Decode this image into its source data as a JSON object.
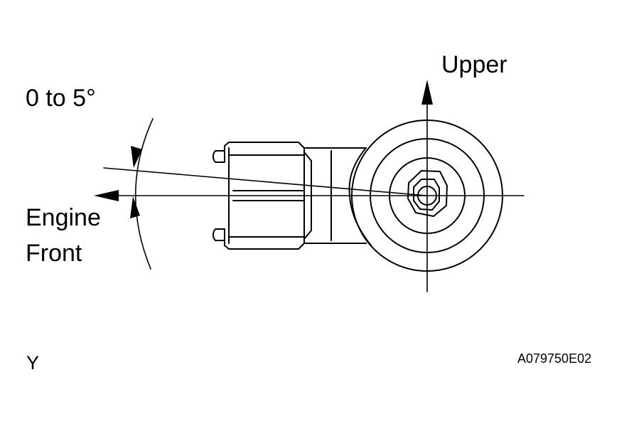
{
  "labels": {
    "angle": "0 to 5°",
    "upper": "Upper",
    "engine_line1": "Engine",
    "engine_line2": "Front",
    "view": "Y",
    "figure_code": "A079750E02"
  },
  "colors": {
    "line": "#000000",
    "background": "#ffffff"
  }
}
